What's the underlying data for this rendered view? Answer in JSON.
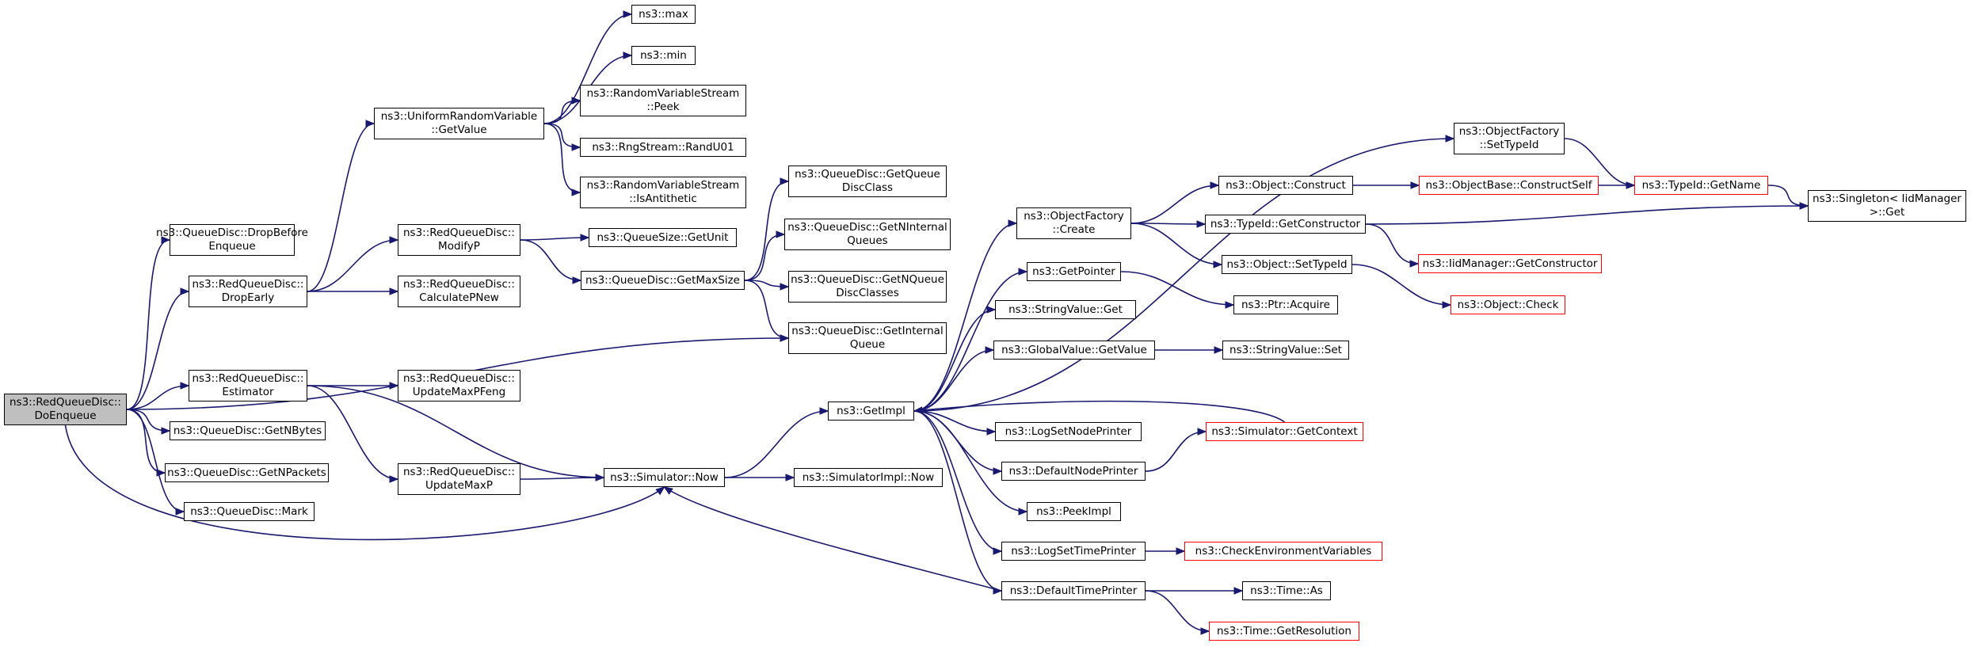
{
  "nodes": [
    {
      "id": "root",
      "label": "ns3::RedQueueDisc::\nDoEnqueue",
      "root": true
    },
    {
      "id": "dropBefore",
      "label": "ns3::QueueDisc::DropBefore\nEnqueue"
    },
    {
      "id": "dropEarly",
      "label": "ns3::RedQueueDisc::\nDropEarly"
    },
    {
      "id": "estimator",
      "label": "ns3::RedQueueDisc::\nEstimator"
    },
    {
      "id": "getNBytes",
      "label": "ns3::QueueDisc::GetNBytes"
    },
    {
      "id": "getNPackets",
      "label": "ns3::QueueDisc::GetNPackets"
    },
    {
      "id": "mark",
      "label": "ns3::QueueDisc::Mark"
    },
    {
      "id": "uniformGetValue",
      "label": "ns3::UniformRandomVariable\n::GetValue"
    },
    {
      "id": "modifyP",
      "label": "ns3::RedQueueDisc::\nModifyP"
    },
    {
      "id": "calculatePNew",
      "label": "ns3::RedQueueDisc::\nCalculatePNew"
    },
    {
      "id": "updateMaxPFeng",
      "label": "ns3::RedQueueDisc::\nUpdateMaxPFeng"
    },
    {
      "id": "updateMaxP",
      "label": "ns3::RedQueueDisc::\nUpdateMaxP"
    },
    {
      "id": "max",
      "label": "ns3::max"
    },
    {
      "id": "min",
      "label": "ns3::min"
    },
    {
      "id": "rvsPeek",
      "label": "ns3::RandomVariableStream\n::Peek"
    },
    {
      "id": "randU01",
      "label": "ns3::RngStream::RandU01"
    },
    {
      "id": "isAntithetic",
      "label": "ns3::RandomVariableStream\n::IsAntithetic"
    },
    {
      "id": "getUnit",
      "label": "ns3::QueueSize::GetUnit"
    },
    {
      "id": "getMaxSize",
      "label": "ns3::QueueDisc::GetMaxSize"
    },
    {
      "id": "simNow",
      "label": "ns3::Simulator::Now"
    },
    {
      "id": "getQueueDiscClass",
      "label": "ns3::QueueDisc::GetQueue\nDiscClass"
    },
    {
      "id": "getNInternalQueues",
      "label": "ns3::QueueDisc::GetNInternal\nQueues"
    },
    {
      "id": "getNQueueDiscClasses",
      "label": "ns3::QueueDisc::GetNQueue\nDiscClasses"
    },
    {
      "id": "getInternalQueue",
      "label": "ns3::QueueDisc::GetInternal\nQueue"
    },
    {
      "id": "getImpl",
      "label": "ns3::GetImpl"
    },
    {
      "id": "simImplNow",
      "label": "ns3::SimulatorImpl::Now"
    },
    {
      "id": "ofCreate",
      "label": "ns3::ObjectFactory\n::Create"
    },
    {
      "id": "getPointer",
      "label": "ns3::GetPointer"
    },
    {
      "id": "strValGet",
      "label": "ns3::StringValue::Get"
    },
    {
      "id": "gvGetValue",
      "label": "ns3::GlobalValue::GetValue"
    },
    {
      "id": "logSetNodePrinter",
      "label": "ns3::LogSetNodePrinter"
    },
    {
      "id": "defaultNodePrinter",
      "label": "ns3::DefaultNodePrinter"
    },
    {
      "id": "peekImpl",
      "label": "ns3::PeekImpl"
    },
    {
      "id": "logSetTimePrinter",
      "label": "ns3::LogSetTimePrinter"
    },
    {
      "id": "defaultTimePrinter",
      "label": "ns3::DefaultTimePrinter"
    },
    {
      "id": "ofSetTypeId",
      "label": "ns3::ObjectFactory\n::SetTypeId"
    },
    {
      "id": "objConstruct",
      "label": "ns3::Object::Construct"
    },
    {
      "id": "tidGetConstructor",
      "label": "ns3::TypeId::GetConstructor"
    },
    {
      "id": "objSetTypeId",
      "label": "ns3::Object::SetTypeId"
    },
    {
      "id": "ptrAcquire",
      "label": "ns3::Ptr::Acquire"
    },
    {
      "id": "strValSet",
      "label": "ns3::StringValue::Set"
    },
    {
      "id": "simGetContext",
      "label": "ns3::Simulator::GetContext",
      "red": true
    },
    {
      "id": "checkEnvVars",
      "label": "ns3::CheckEnvironmentVariables",
      "red": true
    },
    {
      "id": "timeAs",
      "label": "ns3::Time::As"
    },
    {
      "id": "timeGetResolution",
      "label": "ns3::Time::GetResolution",
      "red": true
    },
    {
      "id": "obConstructSelf",
      "label": "ns3::ObjectBase::ConstructSelf",
      "red": true
    },
    {
      "id": "tidGetName",
      "label": "ns3::TypeId::GetName",
      "red": true
    },
    {
      "id": "iidGetConstructor",
      "label": "ns3::IidManager::GetConstructor",
      "red": true
    },
    {
      "id": "objCheck",
      "label": "ns3::Object::Check",
      "red": true
    },
    {
      "id": "singletonGet",
      "label": "ns3::Singleton< IidManager\n>::Get"
    }
  ],
  "edges": [
    [
      "root",
      "dropBefore"
    ],
    [
      "root",
      "dropEarly"
    ],
    [
      "root",
      "getInternalQueue"
    ],
    [
      "root",
      "estimator"
    ],
    [
      "root",
      "getNBytes"
    ],
    [
      "root",
      "getNPackets"
    ],
    [
      "root",
      "mark"
    ],
    [
      "root",
      "simNow"
    ],
    [
      "dropEarly",
      "uniformGetValue"
    ],
    [
      "dropEarly",
      "modifyP"
    ],
    [
      "dropEarly",
      "calculatePNew"
    ],
    [
      "uniformGetValue",
      "max"
    ],
    [
      "uniformGetValue",
      "min"
    ],
    [
      "uniformGetValue",
      "rvsPeek"
    ],
    [
      "uniformGetValue",
      "randU01"
    ],
    [
      "uniformGetValue",
      "isAntithetic"
    ],
    [
      "modifyP",
      "getUnit"
    ],
    [
      "modifyP",
      "getMaxSize"
    ],
    [
      "getMaxSize",
      "getQueueDiscClass"
    ],
    [
      "getMaxSize",
      "getNInternalQueues"
    ],
    [
      "getMaxSize",
      "getNQueueDiscClasses"
    ],
    [
      "getMaxSize",
      "getInternalQueue"
    ],
    [
      "estimator",
      "updateMaxPFeng"
    ],
    [
      "estimator",
      "updateMaxP"
    ],
    [
      "estimator",
      "simNow"
    ],
    [
      "updateMaxP",
      "simNow"
    ],
    [
      "simNow",
      "getImpl"
    ],
    [
      "simNow",
      "simImplNow"
    ],
    [
      "getImpl",
      "ofSetTypeId"
    ],
    [
      "getImpl",
      "ofCreate"
    ],
    [
      "getImpl",
      "getPointer"
    ],
    [
      "getImpl",
      "strValGet"
    ],
    [
      "getImpl",
      "gvGetValue"
    ],
    [
      "getImpl",
      "logSetNodePrinter"
    ],
    [
      "getImpl",
      "defaultNodePrinter"
    ],
    [
      "getImpl",
      "peekImpl"
    ],
    [
      "getImpl",
      "logSetTimePrinter"
    ],
    [
      "getImpl",
      "defaultTimePrinter"
    ],
    [
      "ofCreate",
      "objConstruct"
    ],
    [
      "ofCreate",
      "tidGetConstructor"
    ],
    [
      "ofCreate",
      "objSetTypeId"
    ],
    [
      "getPointer",
      "ptrAcquire"
    ],
    [
      "gvGetValue",
      "strValSet"
    ],
    [
      "defaultNodePrinter",
      "simGetContext"
    ],
    [
      "simGetContext",
      "getImpl"
    ],
    [
      "logSetTimePrinter",
      "checkEnvVars"
    ],
    [
      "defaultTimePrinter",
      "simNow"
    ],
    [
      "defaultTimePrinter",
      "timeAs"
    ],
    [
      "defaultTimePrinter",
      "timeGetResolution"
    ],
    [
      "objConstruct",
      "obConstructSelf"
    ],
    [
      "obConstructSelf",
      "tidGetName"
    ],
    [
      "ofSetTypeId",
      "tidGetName"
    ],
    [
      "tidGetName",
      "singletonGet"
    ],
    [
      "tidGetConstructor",
      "singletonGet"
    ],
    [
      "tidGetConstructor",
      "iidGetConstructor"
    ],
    [
      "objSetTypeId",
      "objCheck"
    ]
  ]
}
